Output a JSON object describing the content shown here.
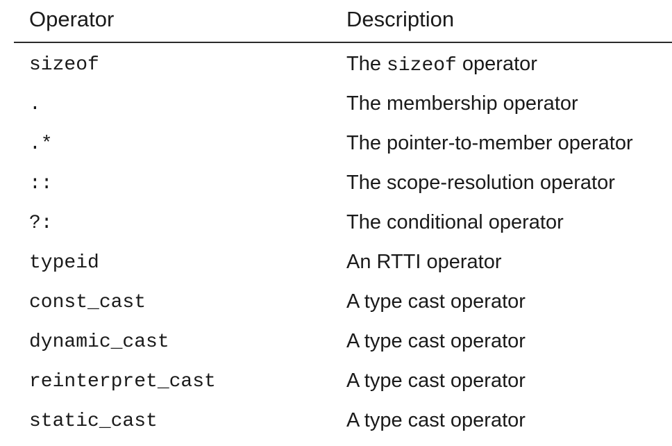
{
  "table": {
    "headers": {
      "operator": "Operator",
      "description": "Description"
    },
    "rows": [
      {
        "operator": "sizeof",
        "desc_before": "The ",
        "desc_code": "sizeof",
        "desc_after": " operator"
      },
      {
        "operator": ".",
        "description": "The membership operator"
      },
      {
        "operator": ".*",
        "description": "The pointer-to-member operator"
      },
      {
        "operator": "::",
        "description": "The scope-resolution operator"
      },
      {
        "operator": "?:",
        "description": "The conditional operator"
      },
      {
        "operator": "typeid",
        "description": "An RTTI operator"
      },
      {
        "operator": "const_cast",
        "description": "A type cast operator"
      },
      {
        "operator": "dynamic_cast",
        "description": "A type cast operator"
      },
      {
        "operator": "reinterpret_cast",
        "description": "A type cast operator"
      },
      {
        "operator": "static_cast",
        "description": "A type cast operator"
      }
    ]
  }
}
